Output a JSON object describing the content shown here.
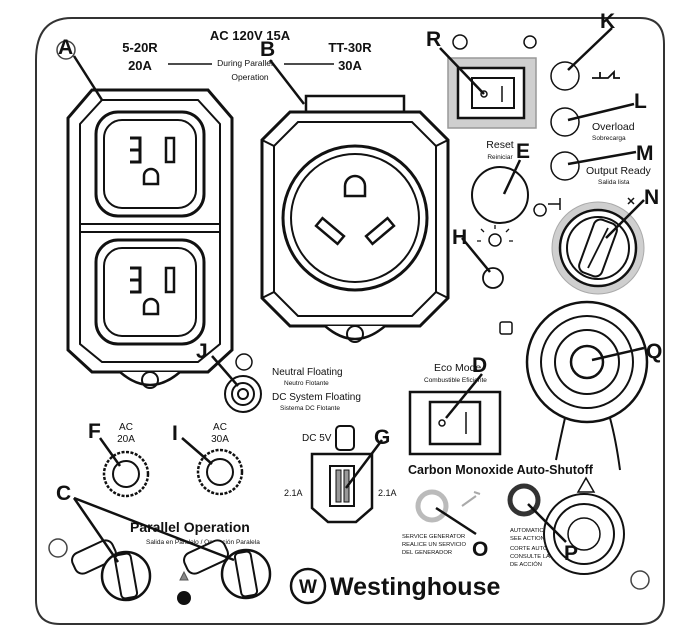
{
  "labels": {
    "outlet_520r": "5-20R",
    "outlet_520r_amps": "20A",
    "ac_main": "AC 120V 15A",
    "during_parallel_1": "During Parallel",
    "during_parallel_2": "Operation",
    "tt30r": "TT-30R",
    "tt30r_amps": "30A",
    "reset": "Reset",
    "reset_es": "Reiniciar",
    "overload": "Overload",
    "overload_es": "Sobrecarga",
    "output_ready": "Output Ready",
    "output_ready_es": "Salida lista",
    "neutral_floating": "Neutral Floating",
    "neutral_floating_es": "Neutro Flotante",
    "dc_floating": "DC System Floating",
    "dc_floating_es": "Sistema DC Flotante",
    "eco_mode": "Eco Mode",
    "eco_mode_es": "Combustible Eficiente",
    "ac20": "AC",
    "ac20_amps": "20A",
    "ac30": "AC",
    "ac30_amps": "30A",
    "dc5v": "DC 5V",
    "usb_left": "2.1A",
    "usb_right": "2.1A",
    "co_title": "Carbon Monoxide Auto-Shutoff",
    "service_1": "SERVICE GENERATOR",
    "service_2": "REALICE UN SERVICIO",
    "service_3": "DEL GENERADOR",
    "auto_1": "AUTOMATIC SHUTOFF",
    "auto_2": "SEE ACTION",
    "auto_3": "CORTE AUTOMÁTICO",
    "auto_4": "CONSULTE LA",
    "auto_5": "DE ACCIÓN",
    "parallel": "Parallel Operation",
    "parallel_es": "Salida en Paralelo / Operación Paralela",
    "brand": "Westinghouse"
  },
  "callouts": {
    "A": "A",
    "B": "B",
    "C": "C",
    "D": "D",
    "E": "E",
    "F": "F",
    "G": "G",
    "H": "H",
    "I": "I",
    "J": "J",
    "K": "K",
    "L": "L",
    "M": "M",
    "N": "N",
    "O": "O",
    "P": "P",
    "Q": "Q",
    "R": "R"
  }
}
